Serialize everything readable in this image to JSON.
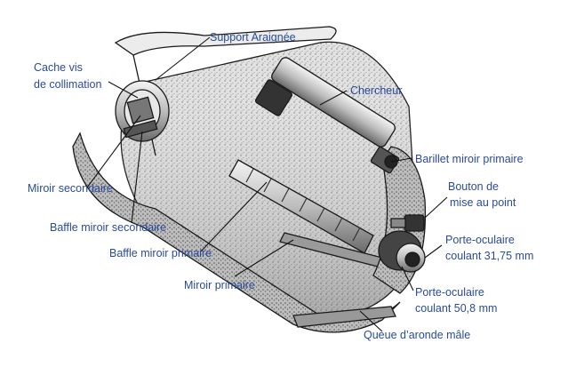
{
  "colors": {
    "label": "#2a4a9a",
    "ink": "#1a1a1a",
    "tube_fill": "#cfcfcf",
    "background": "#ffffff"
  },
  "labels": {
    "support_araignee": "Support Araignée",
    "cache_vis_1": "Cache vis",
    "cache_vis_2": "de collimation",
    "chercheur": "Chercheur",
    "barillet": "Barillet miroir primaire",
    "bouton_1": "Bouton de",
    "bouton_2": "mise au point",
    "miroir_secondaire": "Miroir secondaire",
    "baffle_secondaire": "Baffle miroir secondaire",
    "baffle_primaire": "Baffle miroir primaire",
    "po_3175_1": "Porte-oculaire",
    "po_3175_2": "coulant 31,75 mm",
    "miroir_primaire": "Miroir primaire",
    "po_508_1": "Porte-oculaire",
    "po_508_2": "coulant 50,8 mm",
    "queue_aronde": "Queue d’aronde mâle"
  }
}
